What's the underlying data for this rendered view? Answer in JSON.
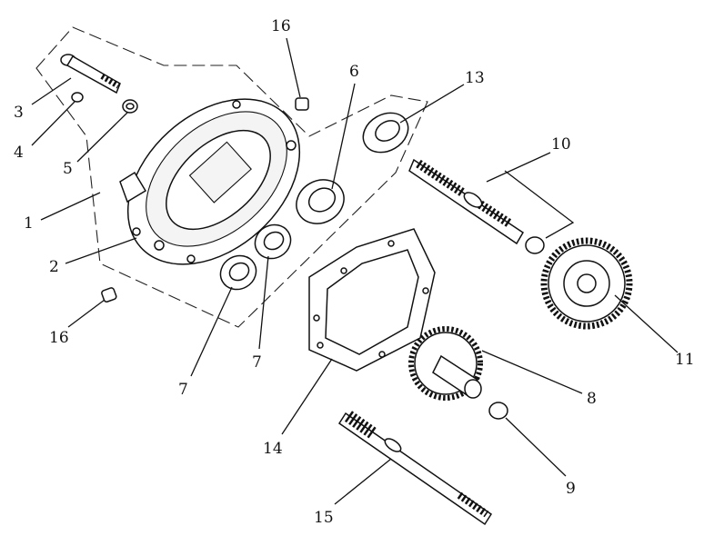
{
  "callouts": {
    "p1": "1",
    "p2": "2",
    "p3": "3",
    "p4": "4",
    "p5": "5",
    "p6": "6",
    "p7a": "7",
    "p7b": "7",
    "p8": "8",
    "p9": "9",
    "p10": "10",
    "p11": "11",
    "p13": "13",
    "p14": "14",
    "p15": "15",
    "p16a": "16",
    "p16b": "16"
  }
}
